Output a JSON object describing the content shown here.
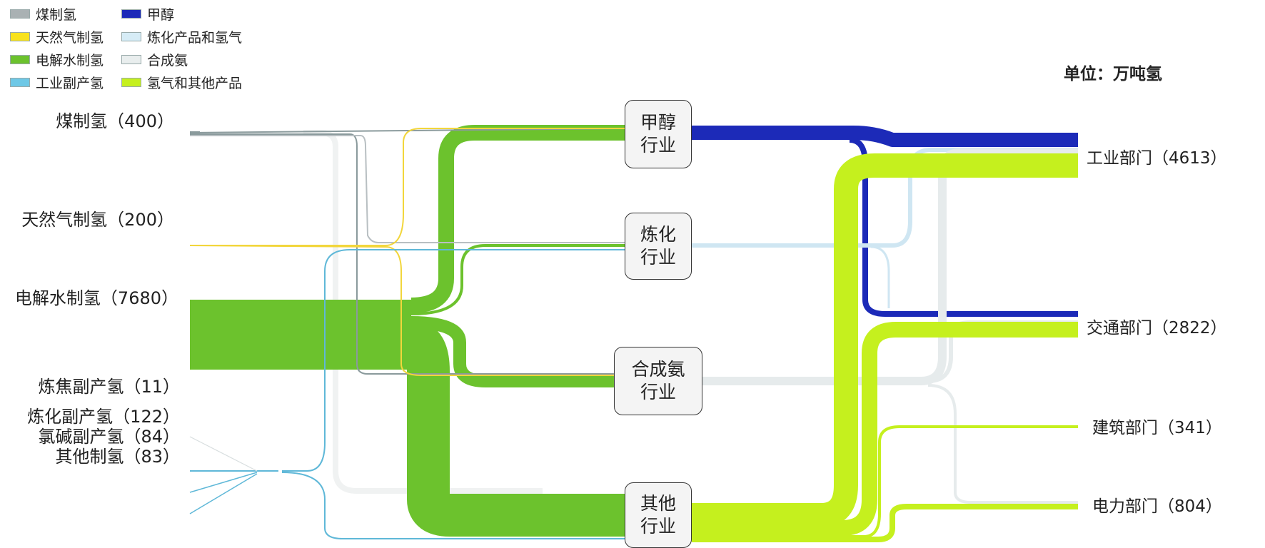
{
  "unit": "单位：万吨氢",
  "colors": {
    "coal": "#8a9a9c",
    "gas": "#f2d63c",
    "green": "#6cc22d",
    "byproduct": "#5fb8d8",
    "methanol": "#1c2ab8",
    "refine": "#cfe6f2",
    "ammonia": "#e6ebec",
    "other": "#c5f01e"
  },
  "legend": [
    {
      "label": "煤制氢",
      "color": "#a9b1b3"
    },
    {
      "label": "天然气制氢",
      "color": "#f8e21d"
    },
    {
      "label": "电解水制氢",
      "color": "#6cc22d"
    },
    {
      "label": "工业副产氢",
      "color": "#6ec8e6"
    },
    {
      "label": "甲醇",
      "color": "#1c2ab8"
    },
    {
      "label": "炼化产品和氢气",
      "color": "#d6ecf6"
    },
    {
      "label": "合成氨",
      "color": "#e9eeee"
    },
    {
      "label": "氢气和其他产品",
      "color": "#c5f01e"
    }
  ],
  "sources": [
    {
      "label": "煤制氢（400）",
      "value": 400
    },
    {
      "label": "天然气制氢（200）",
      "value": 200
    },
    {
      "label": "电解水制氢（7680）",
      "value": 7680
    },
    {
      "label": "炼焦副产氢（11）",
      "value": 11
    },
    {
      "label": "炼化副产氢（122）",
      "value": 122
    },
    {
      "label": "氯碱副产氢（84）",
      "value": 84
    },
    {
      "label": "其他制氢（83）",
      "value": 83
    }
  ],
  "industries": [
    {
      "line1": "甲醇",
      "line2": "行业"
    },
    {
      "line1": "炼化",
      "line2": "行业"
    },
    {
      "line1": "合成氨",
      "line2": "行业"
    },
    {
      "line1": "其他",
      "line2": "行业"
    }
  ],
  "sectors": [
    {
      "label": "工业部门（4613）",
      "value": 4613
    },
    {
      "label": "交通部门（2822）",
      "value": 2822
    },
    {
      "label": "建筑部门（341）",
      "value": 341
    },
    {
      "label": "电力部门（804）",
      "value": 804
    }
  ]
}
